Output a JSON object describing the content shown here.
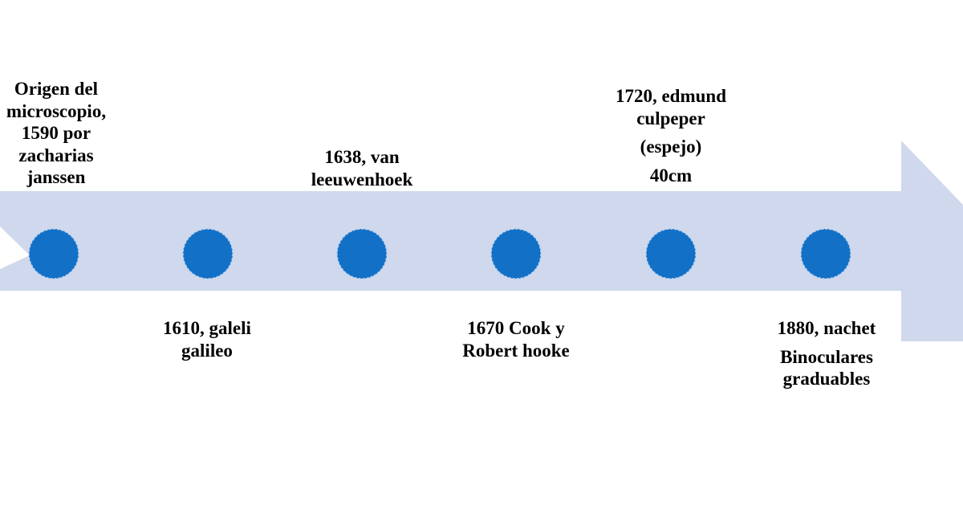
{
  "colors": {
    "arrow": "#cfd8ec",
    "dot": "#1270c7",
    "dot_outline": "#bcd2ef",
    "text": "#000000"
  },
  "events": [
    {
      "lines": [
        "Origen del",
        "microscopio,",
        "1590 por",
        "zacharias",
        "janssen"
      ]
    },
    {
      "lines": [
        "1610, galeli",
        "galileo"
      ]
    },
    {
      "lines": [
        "1638, van",
        "leeuwenhoek"
      ]
    },
    {
      "lines": [
        "1670 Cook  y",
        "Robert  hooke"
      ]
    },
    {
      "lines": [
        "1720, edmund",
        "culpeper",
        "(espejo)",
        "40cm"
      ]
    },
    {
      "lines": [
        "1880, nachet",
        "Binoculares",
        "graduables"
      ]
    }
  ]
}
